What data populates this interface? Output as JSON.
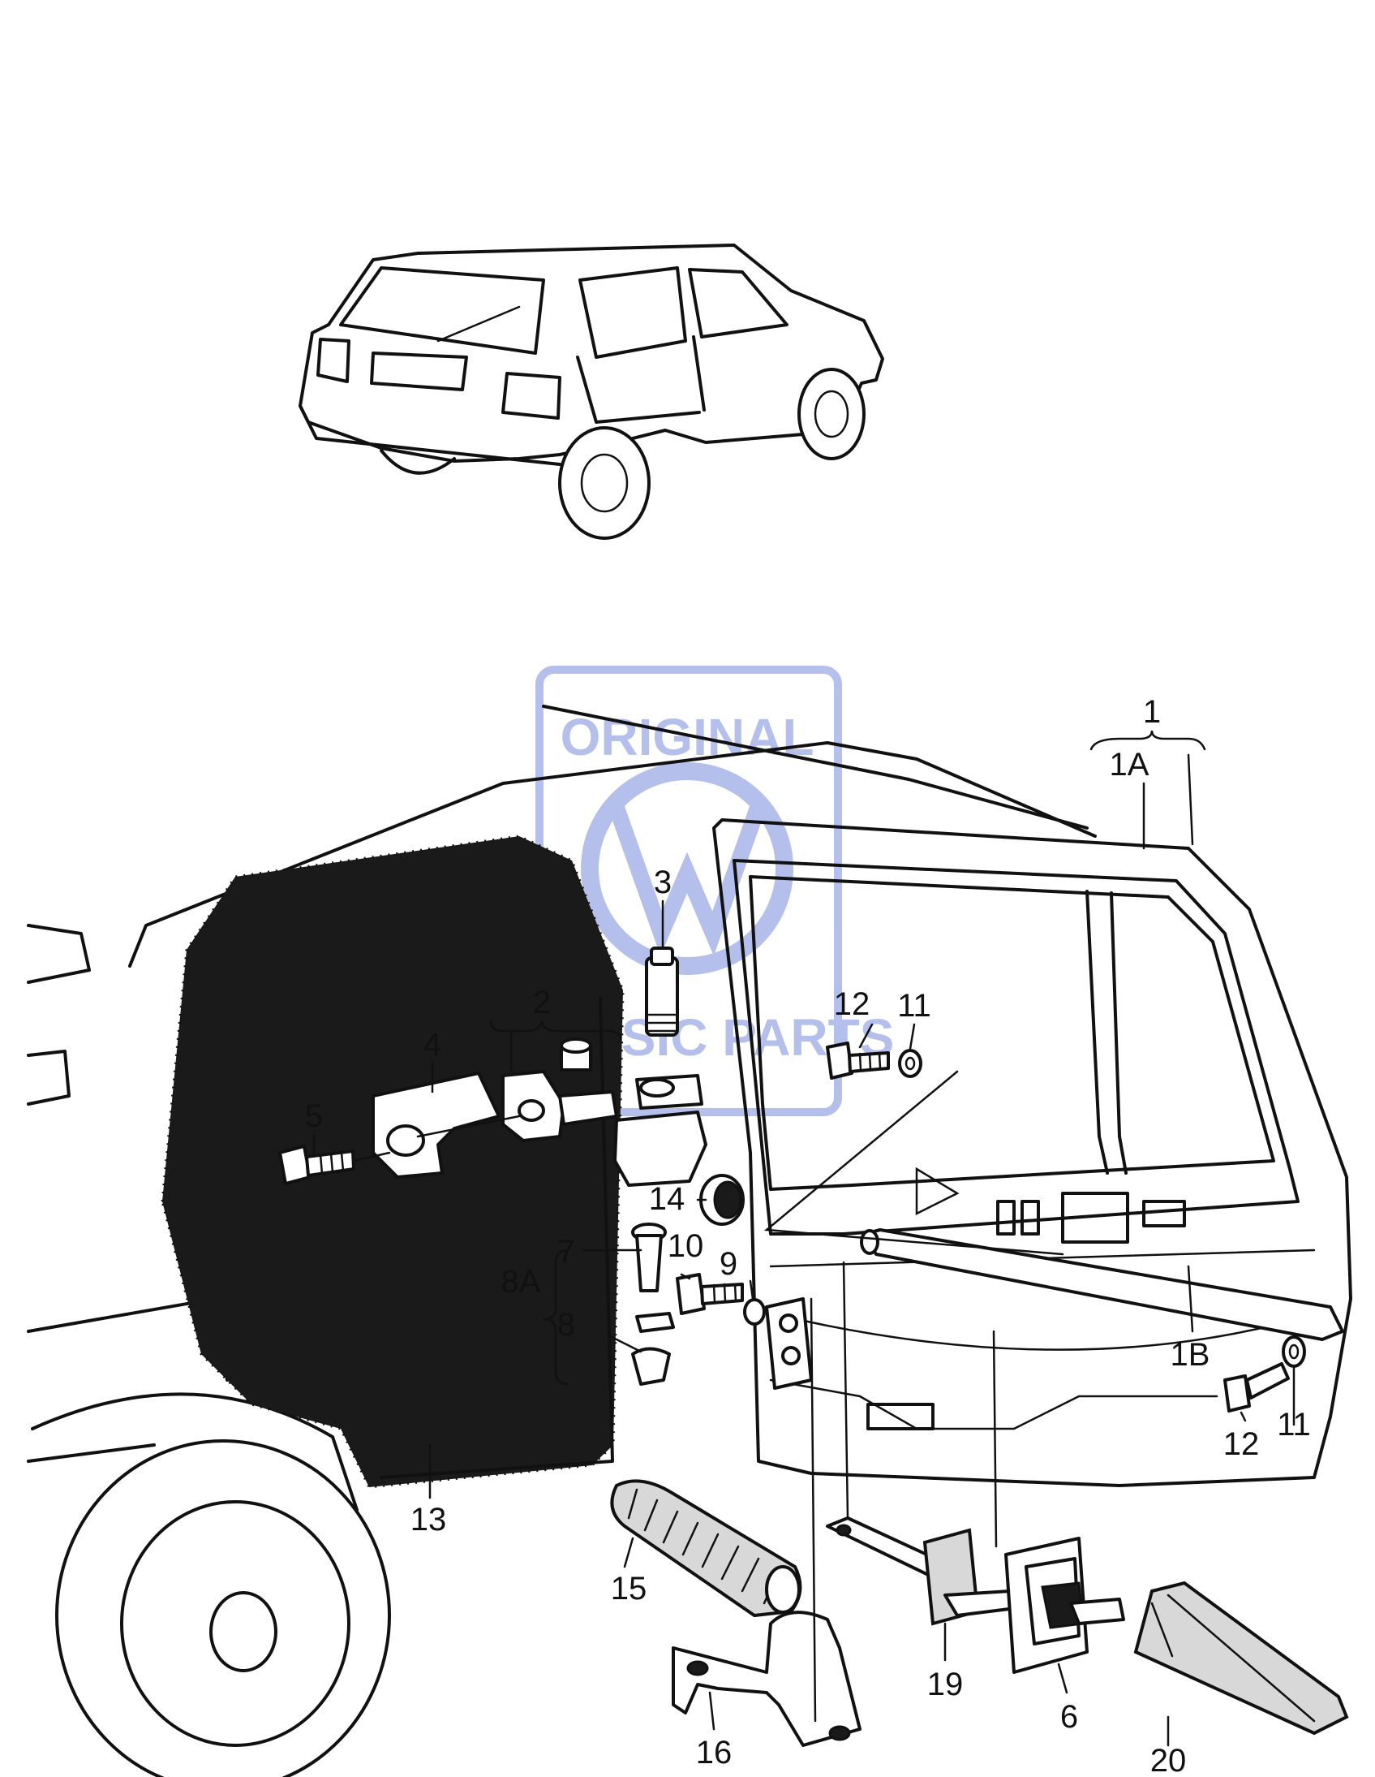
{
  "watermark": {
    "line1": "ORIGINAL",
    "line2": "CLASSIC PARTS",
    "color": "#aeb9ea"
  },
  "callouts": {
    "c1": "1",
    "c1a": "1A",
    "c1b": "1B",
    "c2": "2",
    "c3": "3",
    "c4": "4",
    "c5": "5",
    "c6": "6",
    "c7": "7",
    "c8a": "8A",
    "c8": "8",
    "c9": "9",
    "c10": "10",
    "c11a": "11",
    "c11b": "11",
    "c12a": "12",
    "c12b": "12",
    "c13": "13",
    "c14": "14",
    "c15": "15",
    "c16": "16",
    "c19": "19",
    "c20": "20"
  }
}
